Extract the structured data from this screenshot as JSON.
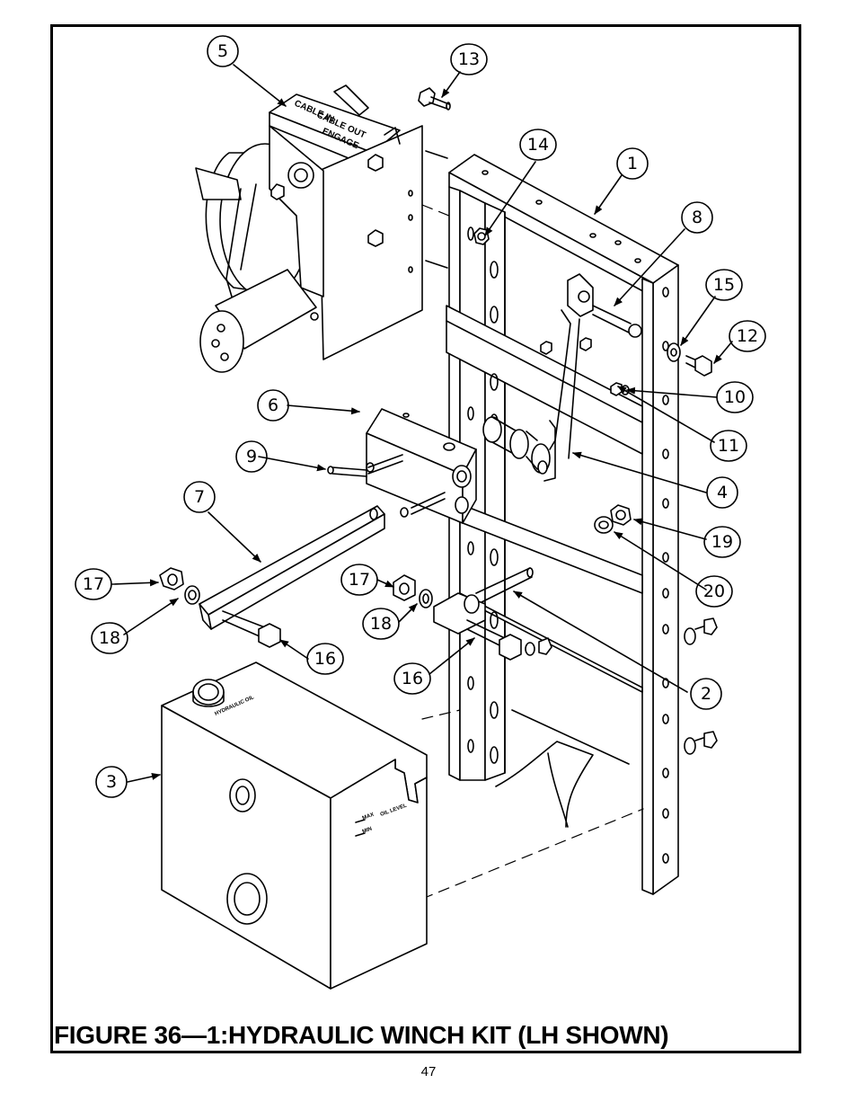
{
  "figure": {
    "caption": "FIGURE 36—1:HYDRAULIC WINCH KIT (LH SHOWN)",
    "page_number": "47"
  },
  "winch_labels": {
    "cable_in": "CABLE IN",
    "cable_out": "CABLE OUT",
    "engage": "ENGAGE"
  },
  "tank_labels": {
    "hydraulic_oil": "HYDRAULIC OIL",
    "max": "MAX",
    "min": "MIN",
    "oil_level": "OIL LEVEL"
  },
  "callouts": [
    {
      "id": "5"
    },
    {
      "id": "13"
    },
    {
      "id": "14"
    },
    {
      "id": "1"
    },
    {
      "id": "8"
    },
    {
      "id": "15"
    },
    {
      "id": "12"
    },
    {
      "id": "10"
    },
    {
      "id": "11"
    },
    {
      "id": "6"
    },
    {
      "id": "9"
    },
    {
      "id": "4"
    },
    {
      "id": "7"
    },
    {
      "id": "19"
    },
    {
      "id": "20"
    },
    {
      "id": "17"
    },
    {
      "id": "18"
    },
    {
      "id": "16"
    },
    {
      "id": "17"
    },
    {
      "id": "18"
    },
    {
      "id": "16"
    },
    {
      "id": "2"
    },
    {
      "id": "3"
    }
  ]
}
